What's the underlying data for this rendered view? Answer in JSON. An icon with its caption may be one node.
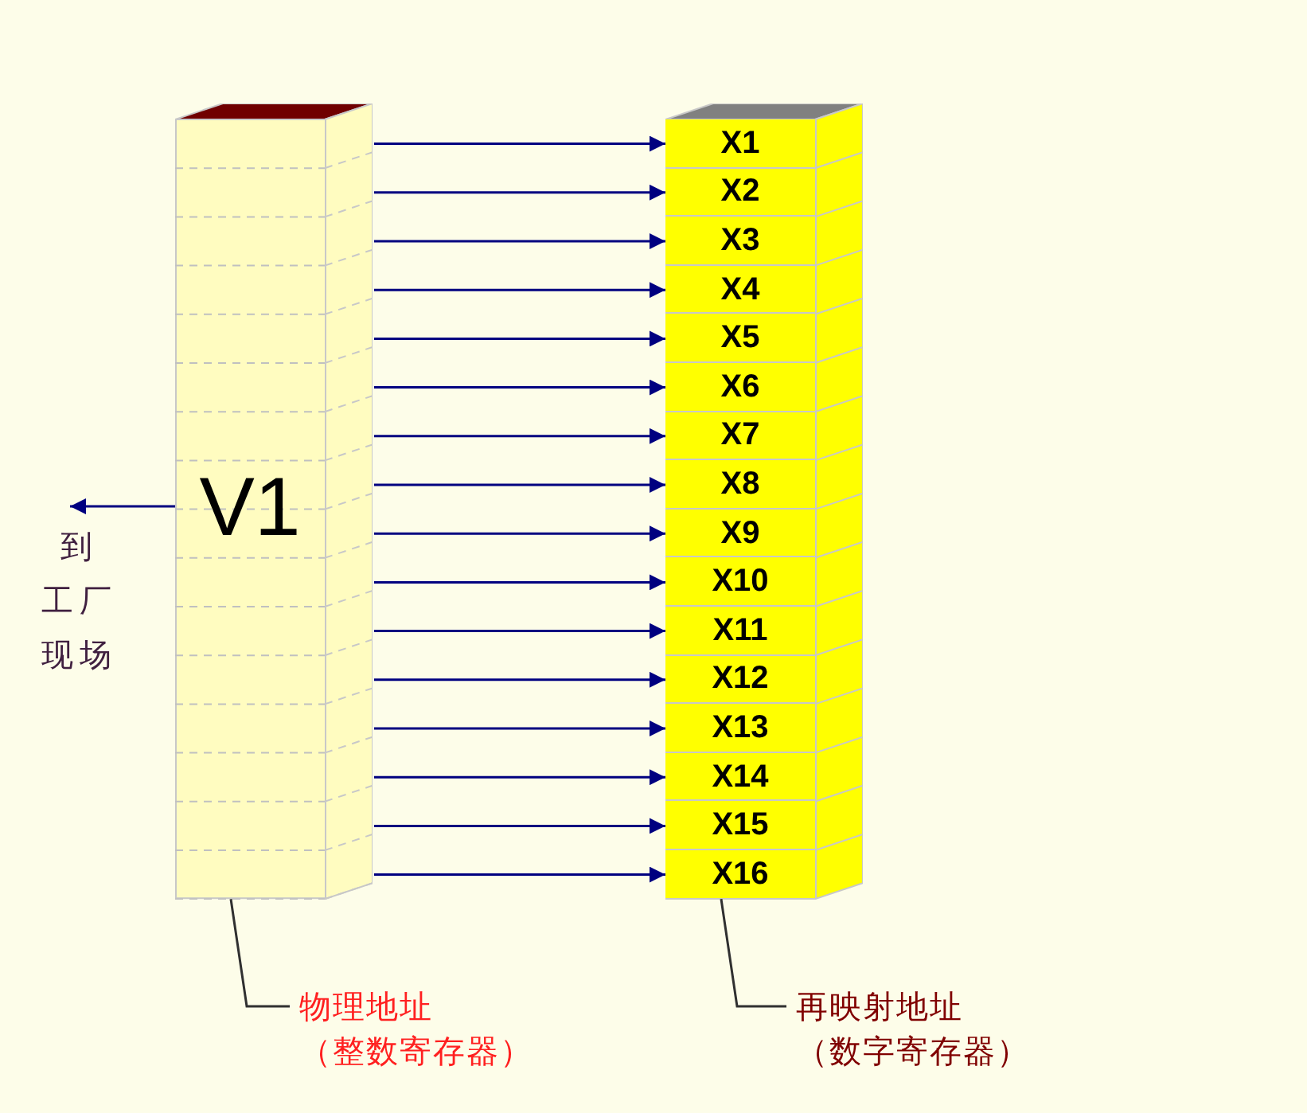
{
  "diagram": {
    "nodes": [
      {
        "text": [
          "V1"
        ]
      },
      {
        "text": [],
        "shape": "box"
      },
      {
        "text": [
          "X1"
        ],
        "in": 1
      },
      {
        "text": [
          "X2"
        ],
        "in": 1
      },
      {
        "text": [
          "X3"
        ],
        "in": 1
      },
      {
        "text": [
          "X4"
        ],
        "in": 1
      },
      {
        "text": [
          "X5"
        ],
        "in": 1
      },
      {
        "text": [
          "X6"
        ],
        "in": 1
      },
      {
        "text": [
          "X7"
        ],
        "in": 1
      },
      {
        "text": [
          "X8"
        ],
        "in": 1
      },
      {
        "text": [
          "X9"
        ],
        "in": 1
      },
      {
        "text": [
          "X10"
        ],
        "in": 1
      },
      {
        "text": [
          "X11"
        ],
        "in": 1
      },
      {
        "text": [
          "X12"
        ],
        "in": 1
      },
      {
        "text": [
          "X13"
        ],
        "in": 1
      },
      {
        "text": [
          "X14"
        ],
        "in": 1
      },
      {
        "text": [
          "X15"
        ],
        "in": 1
      },
      {
        "text": [
          "X16"
        ],
        "in": 1
      },
      {
        "text": [
          "到工厂现场"
        ]
      },
      {
        "text": [
          "物理地址",
          "（整数寄存器）"
        ]
      },
      {
        "text": [
          "再映射地址",
          "（数字寄存器）"
        ]
      }
    ],
    "edges": [
      {
        "from": 0,
        "to": 2,
        "arrow": "to"
      },
      {
        "from": 0,
        "to": 3,
        "arrow": "to"
      },
      {
        "from": 0,
        "to": 4,
        "arrow": "to"
      },
      {
        "from": 0,
        "to": 5,
        "arrow": "to"
      },
      {
        "from": 0,
        "to": 6,
        "arrow": "to"
      },
      {
        "from": 0,
        "to": 7,
        "arrow": "to"
      },
      {
        "from": 0,
        "to": 8,
        "arrow": "to"
      },
      {
        "from": 0,
        "to": 9,
        "arrow": "to"
      },
      {
        "from": 0,
        "to": 10,
        "arrow": "to"
      },
      {
        "from": 0,
        "to": 11,
        "arrow": "to"
      },
      {
        "from": 0,
        "to": 12,
        "arrow": "to"
      },
      {
        "from": 0,
        "to": 13,
        "arrow": "to"
      },
      {
        "from": 0,
        "to": 14,
        "arrow": "to"
      },
      {
        "from": 0,
        "to": 15,
        "arrow": "to"
      },
      {
        "from": 0,
        "to": 16,
        "arrow": "to"
      },
      {
        "from": 0,
        "to": 17,
        "arrow": "to"
      },
      {
        "from": 0,
        "to": 18,
        "arrow": "to"
      },
      {
        "from": 19,
        "to": 0,
        "arrow": "none"
      },
      {
        "from": 20,
        "to": 1,
        "arrow": "none"
      }
    ]
  }
}
